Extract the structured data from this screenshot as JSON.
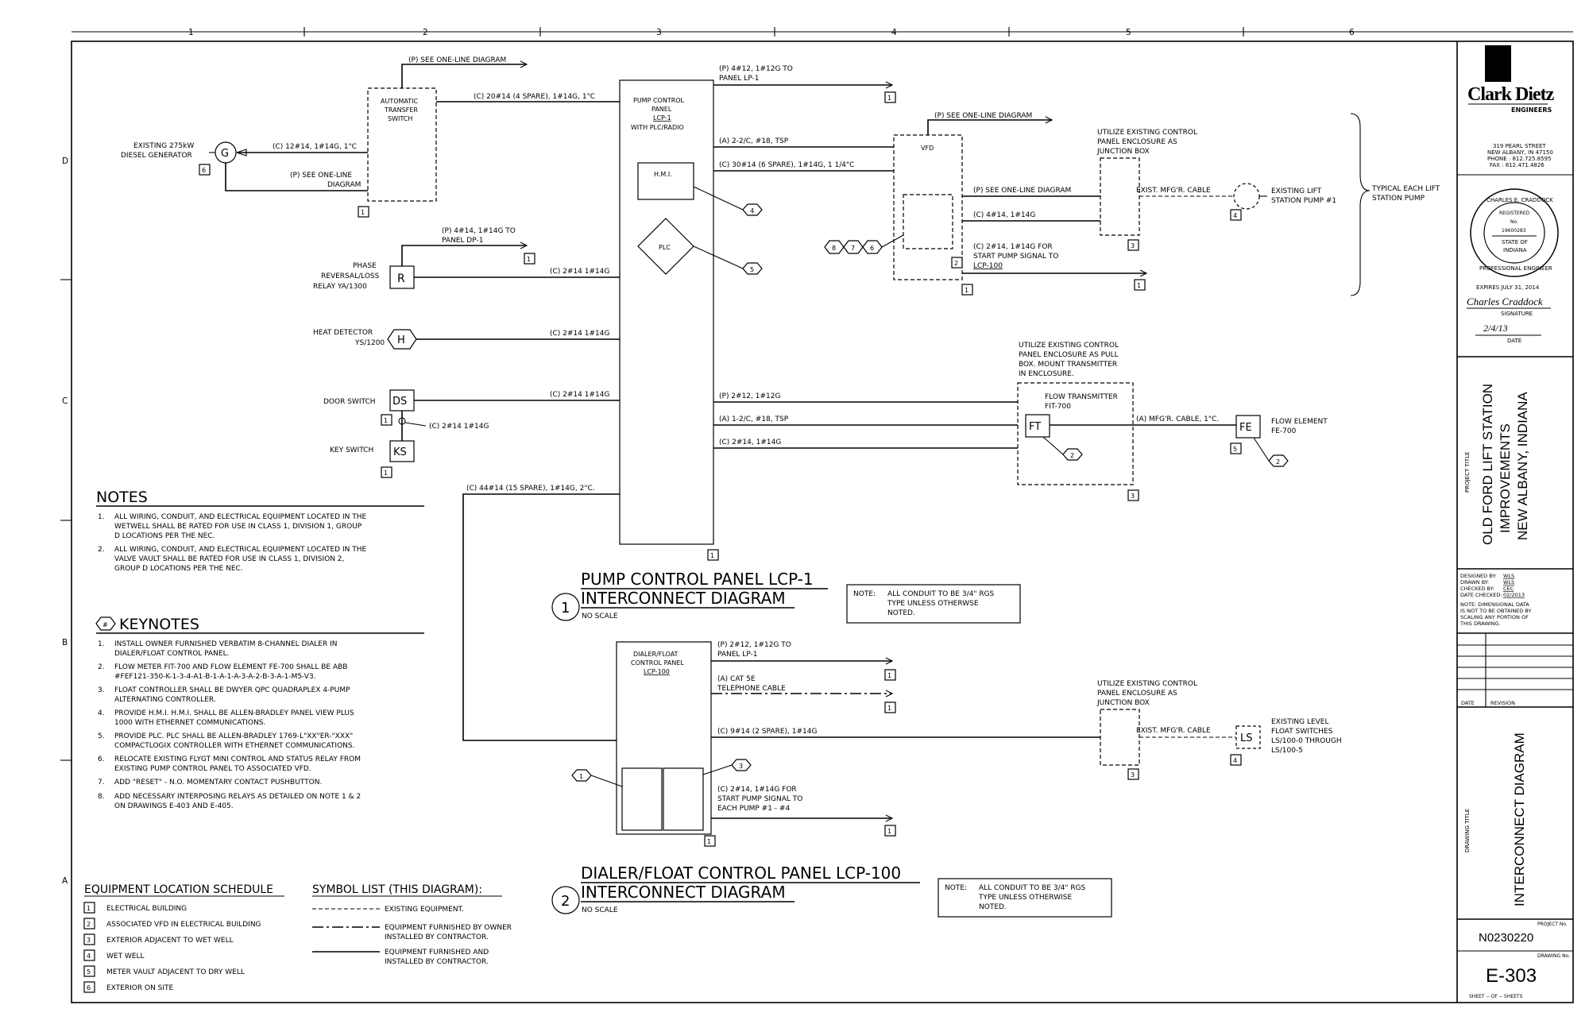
{
  "grid": {
    "columns": [
      "1",
      "2",
      "3",
      "4",
      "5",
      "6"
    ],
    "rows": [
      "D",
      "C",
      "B",
      "A"
    ]
  },
  "generator": {
    "label1": "EXISTING 275kW",
    "label2": "DIESEL GENERATOR",
    "symbol": "G",
    "loc": "6"
  },
  "ats": {
    "l1": "AUTOMATIC",
    "l2": "TRANSFER",
    "l3": "SWITCH",
    "loc": "1",
    "oneline_top": "(P) SEE ONE-LINE DIAGRAM",
    "gen_cable": "(C) 12#14, 1#14G, 1\"C",
    "oneline_left1": "(P) SEE ONE-LINE",
    "oneline_left2": "DIAGRAM",
    "to_lcp": "(C) 20#14 (4 SPARE), 1#14G, 1\"C"
  },
  "phase_relay": {
    "l1": "PHASE",
    "l2": "REVERSAL/LOSS",
    "l3": "RELAY YA/1300",
    "symbol": "R",
    "feed1": "(P) 4#14, 1#14G TO",
    "feed2": "PANEL DP-1",
    "feed_loc": "1",
    "cable": "(C) 2#14 1#14G"
  },
  "heat": {
    "l1": "HEAT DETECTOR",
    "l2": "YS/1200",
    "symbol": "H",
    "cable": "(C) 2#14 1#14G"
  },
  "door": {
    "label": "DOOR SWITCH",
    "symbol": "DS",
    "loc": "1",
    "cable": "(C) 2#14 1#14G",
    "key_cable": "(C) 2#14 1#14G"
  },
  "key": {
    "label": "KEY SWITCH",
    "symbol": "KS",
    "loc": "1"
  },
  "lcp1": {
    "l1": "PUMP CONTROL",
    "l2": "PANEL",
    "l3": "LCP-1",
    "l4": "WITH PLC/RADIO",
    "hmi": "H.M.I.",
    "hmi_key": "4",
    "plc": "PLC",
    "plc_key": "5",
    "loc": "1",
    "out1a": "(P) 4#12, 1#12G TO",
    "out1b": "PANEL LP-1",
    "out1_loc": "1",
    "a_cable": "(A) 2-2/C, #18, TSP",
    "c_cable": "(C) 30#14 (6 SPARE), 1#14G, 1 1/4\"C",
    "p_ft": "(P) 2#12, 1#12G",
    "a_ft": "(A) 1-2/C, #18, TSP",
    "c_ft": "(C) 2#14, 1#14G",
    "down_cable": "(C) 44#14 (15 SPARE), 1#14G, 2\"C."
  },
  "vfd": {
    "label": "VFD",
    "oneline": "(P) SEE ONE-LINE DIAGRAM",
    "keys": [
      "8",
      "7",
      "6"
    ],
    "loc": "1",
    "p": "(P) SEE ONE-LINE DIAGRAM",
    "c": "(C) 4#14, 1#14G",
    "s1": "(C) 2#14, 1#14G FOR",
    "s2": "START PUMP SIGNAL TO",
    "s3": "LCP-100",
    "s_loc": "1",
    "box_key": "2"
  },
  "jb1": {
    "l1": "UTILIZE EXISTING CONTROL",
    "l2": "PANEL ENCLOSURE AS",
    "l3": "JUNCTION BOX",
    "loc": "3",
    "cable": "EXIST. MFG'R. CABLE",
    "pump1": "EXISTING LIFT",
    "pump2": "STATION PUMP #1",
    "pump_loc": "4",
    "typ1": "TYPICAL EACH LIFT",
    "typ2": "STATION PUMP"
  },
  "ft": {
    "n1": "UTILIZE EXISTING CONTROL",
    "n2": "PANEL ENCLOSURE AS PULL",
    "n3": "BOX. MOUNT TRANSMITTER",
    "n4": "IN ENCLOSURE.",
    "t1": "FLOW TRANSMITTER",
    "t2": "FIT-700",
    "symbol": "FT",
    "key": "2",
    "loc": "3",
    "cable": "(A) MFG'R. CABLE, 1\"C.",
    "fe": "FE",
    "fe1": "FLOW ELEMENT",
    "fe2": "FE-700",
    "fe_loc": "5",
    "fe_key": "2"
  },
  "title1": {
    "num": "1",
    "l1": "PUMP CONTROL PANEL LCP-1",
    "l2": "INTERCONNECT DIAGRAM",
    "scale": "NO SCALE",
    "note_h": "NOTE:",
    "note1": "ALL CONDUIT TO BE 3/4\" RGS",
    "note2": "TYPE UNLESS OTHERWSE",
    "note3": "NOTED."
  },
  "lcp100": {
    "l1": "DIALER/FLOAT",
    "l2": "CONTROL PANEL",
    "l3": "LCP-100",
    "p1": "(P) 2#12, 1#12G TO",
    "p2": "PANEL LP-1",
    "p_loc": "1",
    "a1": "(A) CAT 5E",
    "a2": "TELEPHONE CABLE",
    "a_loc": "1",
    "c": "(C) 9#14 (2 SPARE), 1#14G",
    "s1": "(C) 2#14, 1#14G FOR",
    "s2": "START PUMP SIGNAL TO",
    "s3": "EACH PUMP #1 - #4",
    "s_loc": "1",
    "key1": "1",
    "key3": "3",
    "loc": "1"
  },
  "jb2": {
    "l1": "UTILIZE EXISTING CONTROL",
    "l2": "PANEL ENCLOSURE AS",
    "l3": "JUNCTION BOX",
    "loc": "3",
    "cable": "EXIST. MFG'R. CABLE",
    "ls": "LS",
    "ls_loc": "4",
    "f1": "EXISTING LEVEL",
    "f2": "FLOAT SWITCHES",
    "f3": "LS/100-0 THROUGH",
    "f4": "LS/100-5"
  },
  "title2": {
    "num": "2",
    "l1": "DIALER/FLOAT CONTROL PANEL LCP-100",
    "l2": "INTERCONNECT DIAGRAM",
    "scale": "NO SCALE",
    "note_h": "NOTE:",
    "note1": "ALL CONDUIT TO BE 3/4\" RGS",
    "note2": "TYPE UNLESS OTHERWISE",
    "note3": "NOTED."
  },
  "notes": {
    "heading": "NOTES",
    "items": [
      [
        "1.",
        "ALL WIRING, CONDUIT, AND ELECTRICAL EQUIPMENT LOCATED IN THE",
        "WETWELL SHALL BE RATED FOR USE IN CLASS 1, DIVISION 1, GROUP",
        "D LOCATIONS PER THE NEC."
      ],
      [
        "2.",
        "ALL WIRING, CONDUIT, AND ELECTRICAL EQUIPMENT LOCATED IN THE",
        "VALVE VAULT SHALL BE RATED FOR USE IN CLASS 1, DIVISION 2,",
        "GROUP D LOCATIONS PER THE NEC."
      ]
    ]
  },
  "keynotes": {
    "symbol": "#",
    "heading": "KEYNOTES",
    "items": [
      [
        "1.",
        "INSTALL OWNER FURNISHED VERBATIM 8-CHANNEL DIALER IN",
        "DIALER/FLOAT CONTROL PANEL."
      ],
      [
        "2.",
        "FLOW METER FIT-700 AND FLOW ELEMENT FE-700 SHALL BE ABB",
        "#FEF121-350-K-1-3-4-A1-B-1-A-1-A-3-A-2-B-3-A-1-M5-V3."
      ],
      [
        "3.",
        "FLOAT CONTROLLER SHALL BE DWYER QPC QUADRAPLEX 4-PUMP",
        "ALTERNATING CONTROLLER."
      ],
      [
        "4.",
        "PROVIDE H.M.I. H.M.I. SHALL BE ALLEN-BRADLEY PANEL VIEW PLUS",
        "1000 WITH ETHERNET COMMUNICATIONS."
      ],
      [
        "5.",
        "PROVIDE PLC. PLC SHALL BE ALLEN-BRADLEY 1769-L\"XX\"ER-\"XXX\"",
        "COMPACTLOGIX CONTROLLER WITH ETHERNET COMMUNICATIONS."
      ],
      [
        "6.",
        "RELOCATE EXISTING FLYGT MINI CONTROL AND STATUS RELAY FROM",
        "EXISTING PUMP CONTROL PANEL TO ASSOCIATED VFD."
      ],
      [
        "7.",
        "ADD \"RESET\" - N.O. MOMENTARY CONTACT PUSHBUTTON."
      ],
      [
        "8.",
        "ADD NECESSARY INTERPOSING RELAYS AS DETAILED ON NOTE 1 & 2",
        "ON DRAWINGS E-403 AND E-405."
      ]
    ]
  },
  "schedule": {
    "heading": "EQUIPMENT LOCATION SCHEDULE",
    "items": [
      [
        "1",
        "ELECTRICAL BUILDING"
      ],
      [
        "2",
        "ASSOCIATED VFD IN ELECTRICAL BUILDING"
      ],
      [
        "3",
        "EXTERIOR ADJACENT TO WET WELL"
      ],
      [
        "4",
        "WET WELL"
      ],
      [
        "5",
        "METER VAULT ADJACENT TO DRY WELL"
      ],
      [
        "6",
        "EXTERIOR ON SITE"
      ]
    ]
  },
  "symbols": {
    "heading": "SYMBOL LIST (THIS DIAGRAM):",
    "s1": "EXISTING EQUIPMENT.",
    "s2a": "EQUIPMENT FURNISHED BY OWNER",
    "s2b": "INSTALLED BY CONTRACTOR.",
    "s3a": "EQUIPMENT FURNISHED AND",
    "s3b": "INSTALLED BY CONTRACTOR."
  },
  "titleblock": {
    "logo": "Clark Dietz",
    "logo_sub": "ENGINEERS",
    "addr": [
      "319 PEARL STREET",
      "NEW ALBANY, IN 47150",
      "PHONE : 812.725.8595",
      "FAX : 812.471.4826"
    ],
    "seal": [
      "CHARLES E. CRADDOCK",
      "REGISTERED",
      "No.",
      "19600283",
      "STATE OF",
      "INDIANA",
      "PROFESSIONAL ENGINEER"
    ],
    "expires": "EXPIRES JULY 31, 2014",
    "signature": "Charles Craddock",
    "sig_label": "SIGNATURE",
    "date_val": "2/4/13",
    "date_label": "DATE",
    "project_title_label": "PROJECT TITLE",
    "project": [
      "OLD FORD LIFT STATION",
      "IMPROVEMENTS",
      "NEW ALBANY, INDIANA"
    ],
    "designed": "DESIGNED BY:",
    "designed_v": "WLS",
    "drawn": "DRAWN BY:",
    "drawn_v": "WLS",
    "checked": "CHECKED BY:",
    "checked_v": "CEC",
    "date_checked": "DATE CHECKED:",
    "date_checked_v": "02/2013",
    "dim_note": [
      "NOTE: DIMENSIONAL DATA",
      "IS NOT TO BE OBTAINED BY",
      "SCALING ANY PORTION OF",
      "THIS DRAWING."
    ],
    "rev_date": "DATE",
    "rev": "REVISION",
    "drawing_title_label": "DRAWING TITLE",
    "drawing_title": "INTERCONNECT DIAGRAM",
    "project_no_label": "PROJECT No.",
    "project_no": "N0230220",
    "drawing_no_label": "DRAWING No.",
    "drawing_no": "E-303",
    "sheet": "SHEET -- OF -- SHEETS"
  }
}
